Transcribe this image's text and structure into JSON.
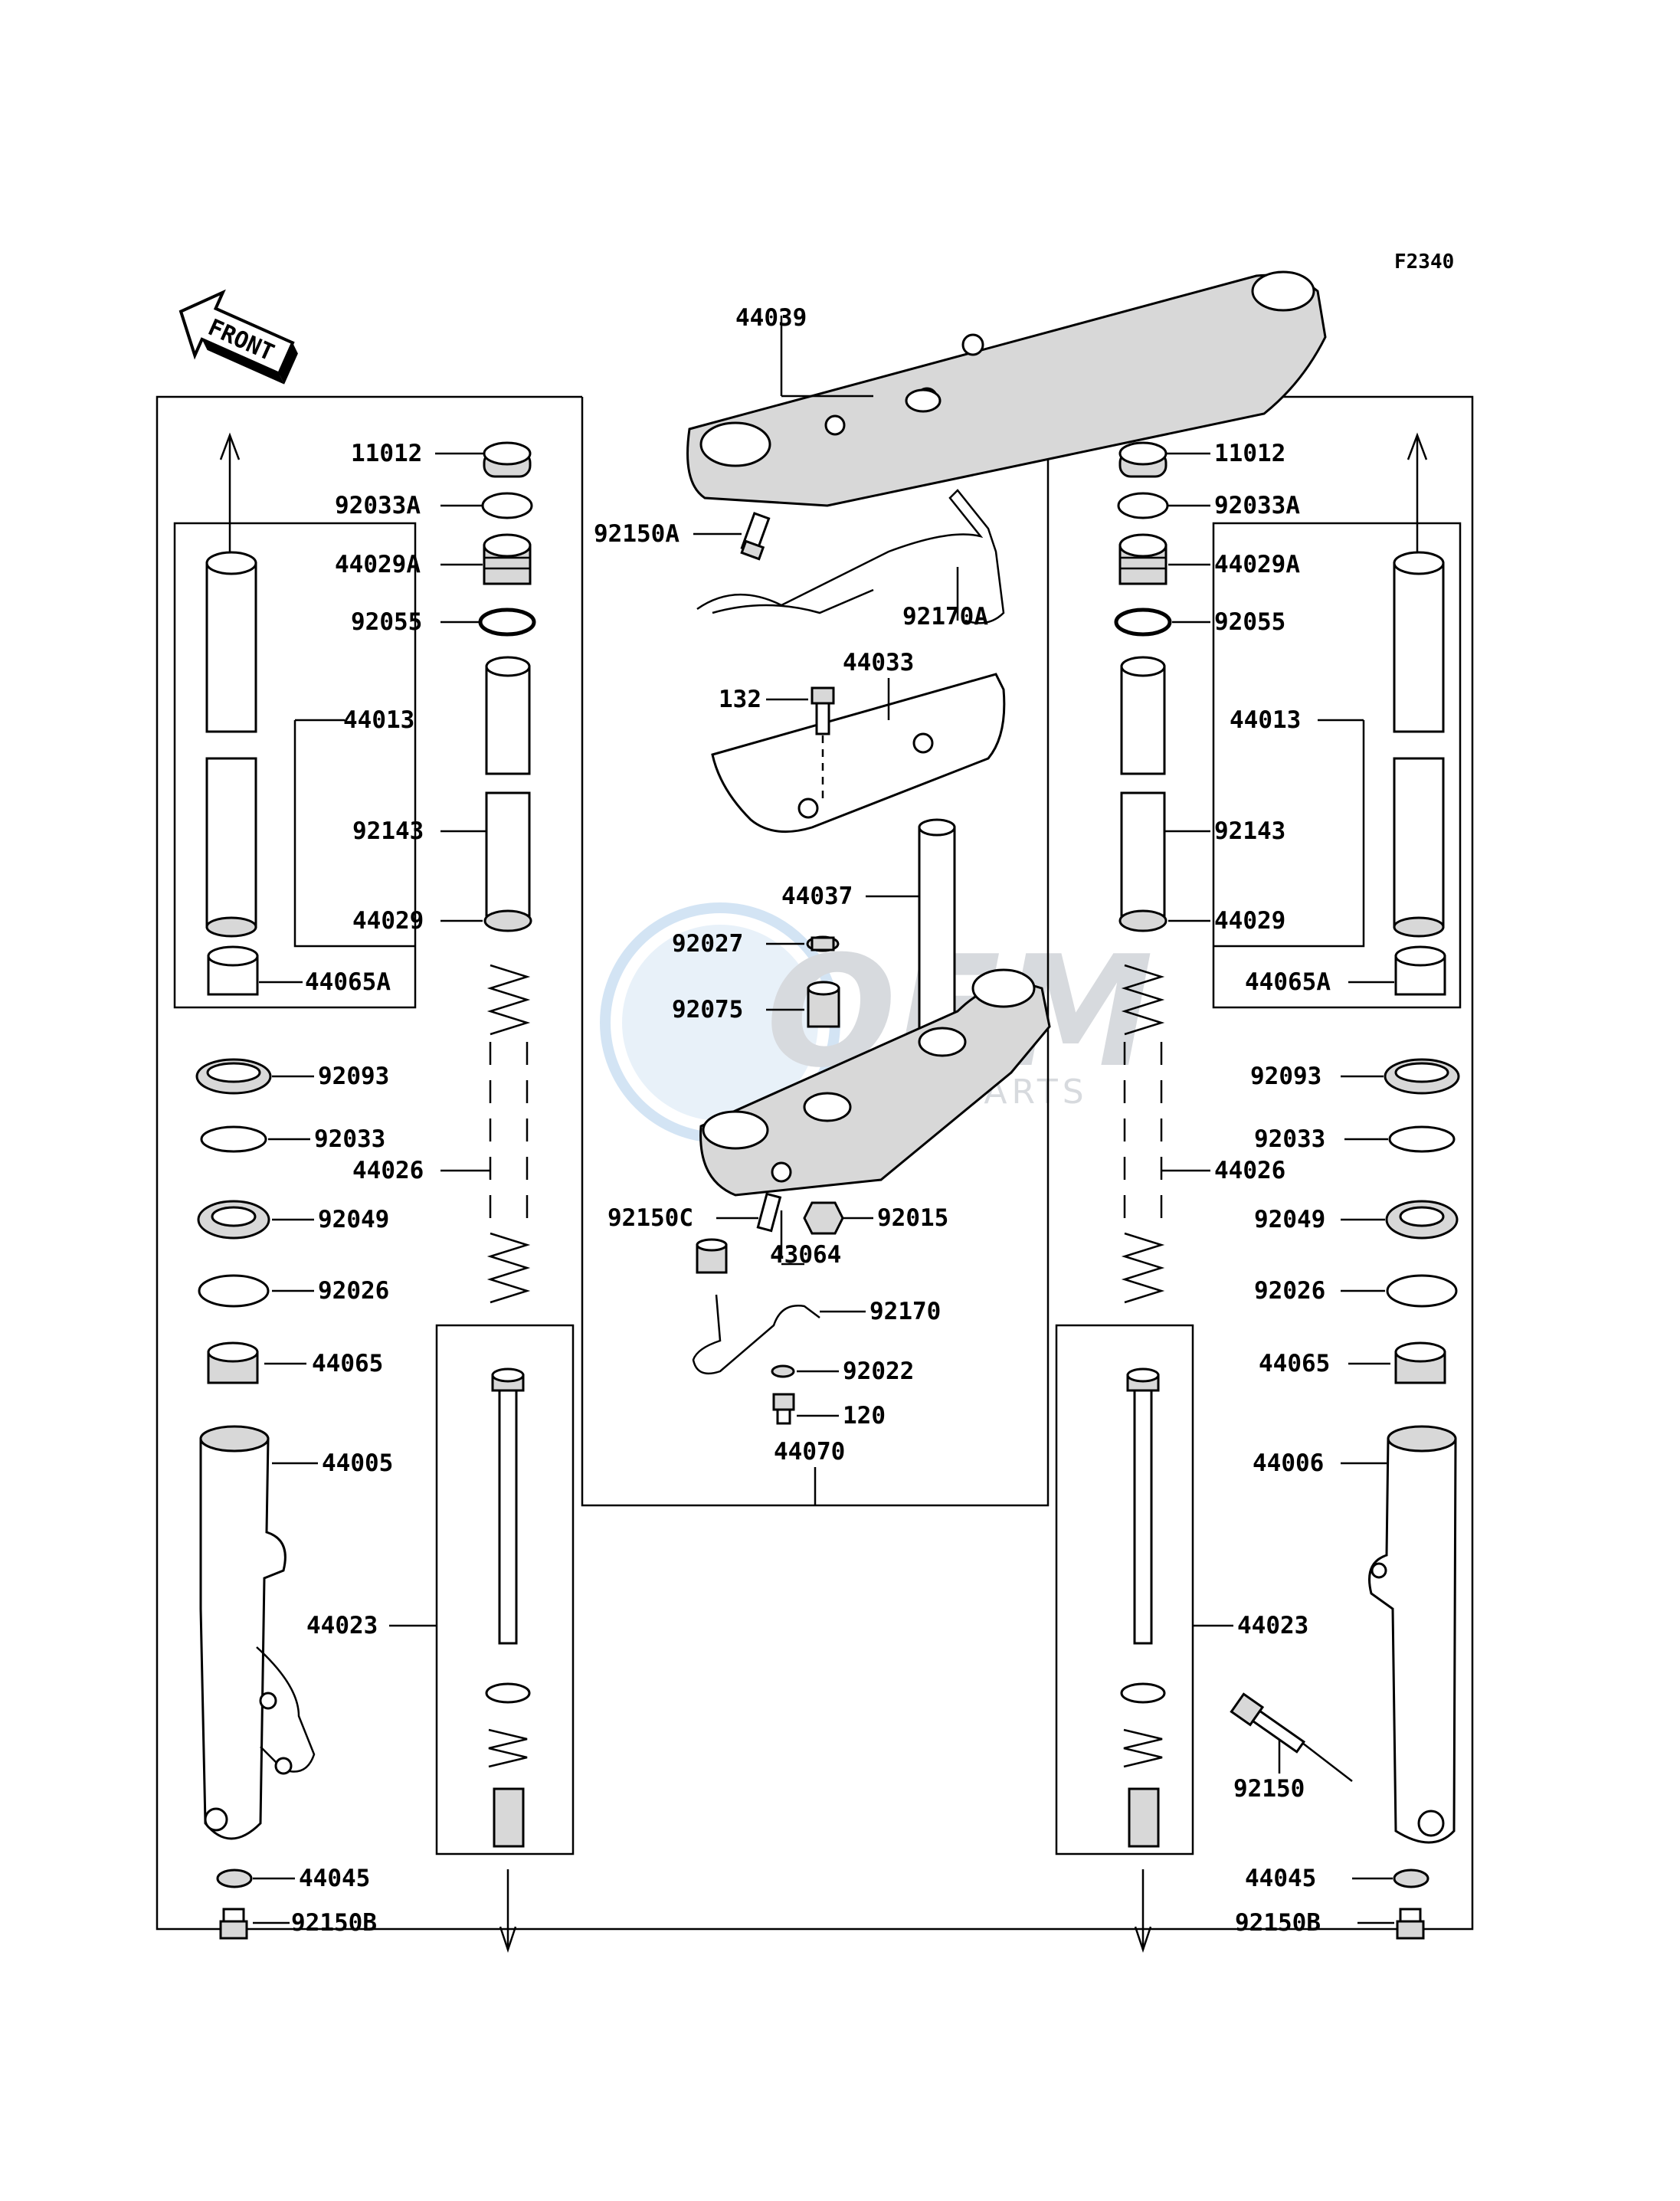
{
  "figure_code": "F2340",
  "front_arrow_label": "FRONT",
  "watermark": {
    "brand": "OEM",
    "sub": "MOTORPARTS",
    "accent": "#1a73c8",
    "grey": "#b8bcc4"
  },
  "center_labels": {
    "l44039": "44039",
    "l92150A": "92150A",
    "l92170A": "92170A",
    "l44033": "44033",
    "l132": "132",
    "l44037": "44037",
    "l92027": "92027",
    "l92075": "92075",
    "l92150C": "92150C",
    "l92015": "92015",
    "l43064": "43064",
    "l92170": "92170",
    "l92022": "92022",
    "l120": "120",
    "l44070": "44070"
  },
  "left_labels": {
    "l11012": "11012",
    "l92033A": "92033A",
    "l44029A": "44029A",
    "l92055": "92055",
    "l44013": "44013",
    "l92143": "92143",
    "l44029": "44029",
    "l44065A": "44065A",
    "l92093": "92093",
    "l92033": "92033",
    "l44026": "44026",
    "l92049": "92049",
    "l92026": "92026",
    "l44065": "44065",
    "l44005": "44005",
    "l44023": "44023",
    "l44045": "44045",
    "l92150B": "92150B"
  },
  "right_labels": {
    "l11012": "11012",
    "l92033A": "92033A",
    "l44029A": "44029A",
    "l92055": "92055",
    "l44013": "44013",
    "l92143": "92143",
    "l44029": "44029",
    "l44065A": "44065A",
    "l92093": "92093",
    "l92033": "92033",
    "l44026": "44026",
    "l92049": "92049",
    "l92026": "92026",
    "l44065": "44065",
    "l44006": "44006",
    "l44023": "44023",
    "l92150": "92150",
    "l44045": "44045",
    "l92150B": "92150B"
  }
}
